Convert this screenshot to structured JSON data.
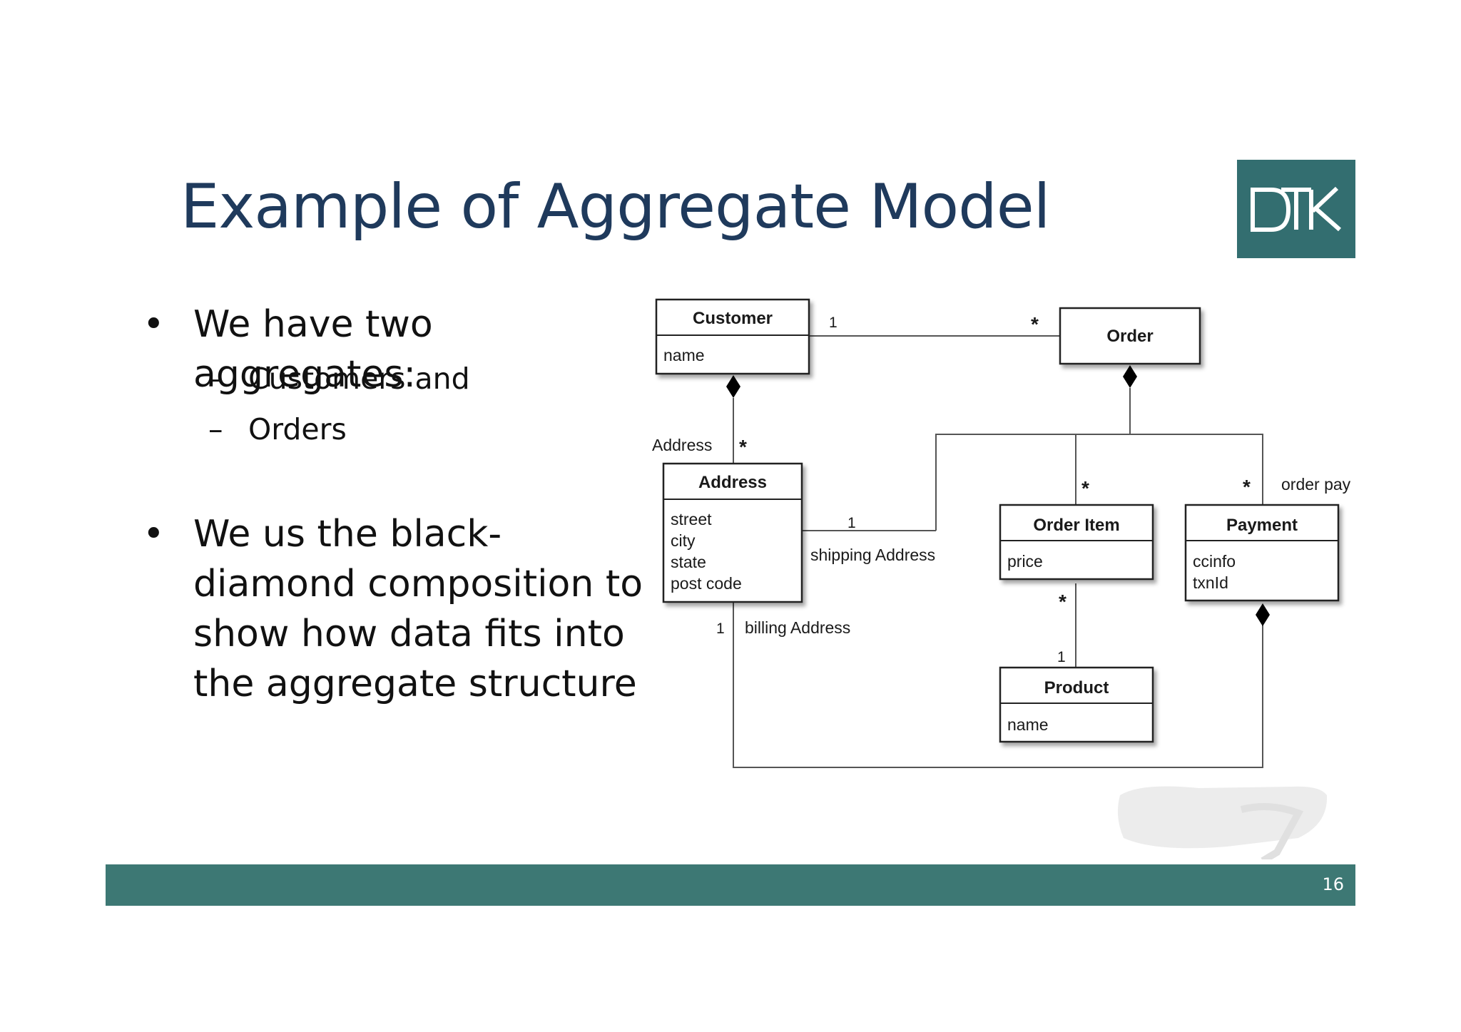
{
  "slide": {
    "title": "Example of Aggregate Model",
    "logo_text": "DTK",
    "page_number": "16"
  },
  "bullets": {
    "marker": "•",
    "dash": "–",
    "b1": "We have two aggregates:",
    "sub1": "Customers and",
    "sub2": "Orders",
    "b2": "We us the black-diamond composition to show how data fits into the aggregate structure"
  },
  "diagram": {
    "classes": {
      "customer": {
        "name": "Customer",
        "attrs": [
          "name"
        ]
      },
      "order": {
        "name": "Order",
        "attrs": []
      },
      "address": {
        "name": "Address",
        "attrs": [
          "street",
          "city",
          "state",
          "post code"
        ]
      },
      "order_item": {
        "name": "Order Item",
        "attrs": [
          "price"
        ]
      },
      "payment": {
        "name": "Payment",
        "attrs": [
          "ccinfo",
          "txnId"
        ]
      },
      "product": {
        "name": "Product",
        "attrs": [
          "name"
        ]
      }
    },
    "labels": {
      "customer_order_one": "1",
      "customer_order_many": "*",
      "address_role": "Address",
      "address_many": "*",
      "shipping_one": "1",
      "shipping_address": "shipping Address",
      "billing_one": "1",
      "billing_address": "billing Address",
      "order_item_many": "*",
      "payment_many": "*",
      "order_payment": "order pay",
      "product_many": "*",
      "product_one": "1"
    }
  },
  "colors": {
    "title": "#1f3a5c",
    "teal_bar": "#3d7874",
    "logo_bg": "#336e70"
  }
}
